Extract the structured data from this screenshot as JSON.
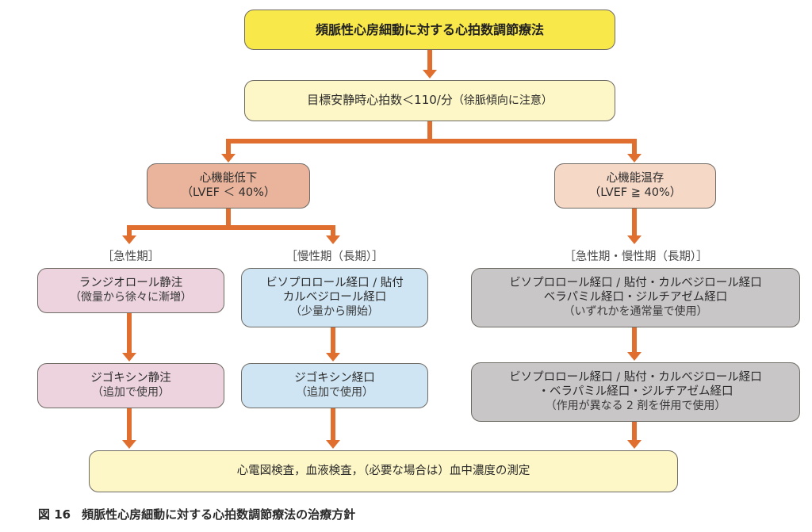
{
  "colors": {
    "arrow": "#e06f2f",
    "title_box": "#f9e84a",
    "target_box": "#fdf6c6",
    "reduced_box": "#e9b49b",
    "preserved_box": "#f6d8c7",
    "acute_box": "#ecd3de",
    "chronic_box": "#cfe5f3",
    "preserved_drug_box": "#c9c6c8"
  },
  "title": "頻脈性心房細動に対する心拍数調節療法",
  "target": {
    "main": "目標安静時心拍数＜110/分",
    "note": "（徐脈傾向に注意）"
  },
  "reduced": {
    "label": "心機能低下",
    "criterion": "（LVEF ＜ 40%）",
    "acute": {
      "phase": "［急性期］",
      "step1": {
        "line1": "ランジオロール静注",
        "line2": "（微量から徐々に漸増）"
      },
      "step2": {
        "line1": "ジゴキシン静注",
        "line2": "（追加で使用）"
      }
    },
    "chronic": {
      "phase": "［慢性期（長期）］",
      "step1": {
        "line1": "ビソプロロール経口 / 貼付",
        "line2": "カルベジロール経口",
        "line3": "（少量から開始）"
      },
      "step2": {
        "line1": "ジゴキシン経口",
        "line2": "（追加で使用）"
      }
    }
  },
  "preserved": {
    "label": "心機能温存",
    "criterion": "（LVEF ≧ 40%）",
    "phase": "［急性期・慢性期（長期）］",
    "step1": {
      "line1": "ビソプロロール経口 / 貼付・カルベジロール経口",
      "line2": "ベラパミル経口・ジルチアゼム経口",
      "line3": "（いずれかを通常量で使用）"
    },
    "step2": {
      "line1": "ビソプロロール経口 / 貼付・カルベジロール経口",
      "line2": "・ベラパミル経口・ジルチアゼム経口",
      "line3": "（作用が異なる 2 剤を併用で使用）"
    }
  },
  "monitoring": "心電図検査，血液検査，（必要な場合は）血中濃度の測定",
  "caption": {
    "figure_number": "図 16",
    "text": "頻脈性心房細動に対する心拍数調節療法の治療方針"
  }
}
